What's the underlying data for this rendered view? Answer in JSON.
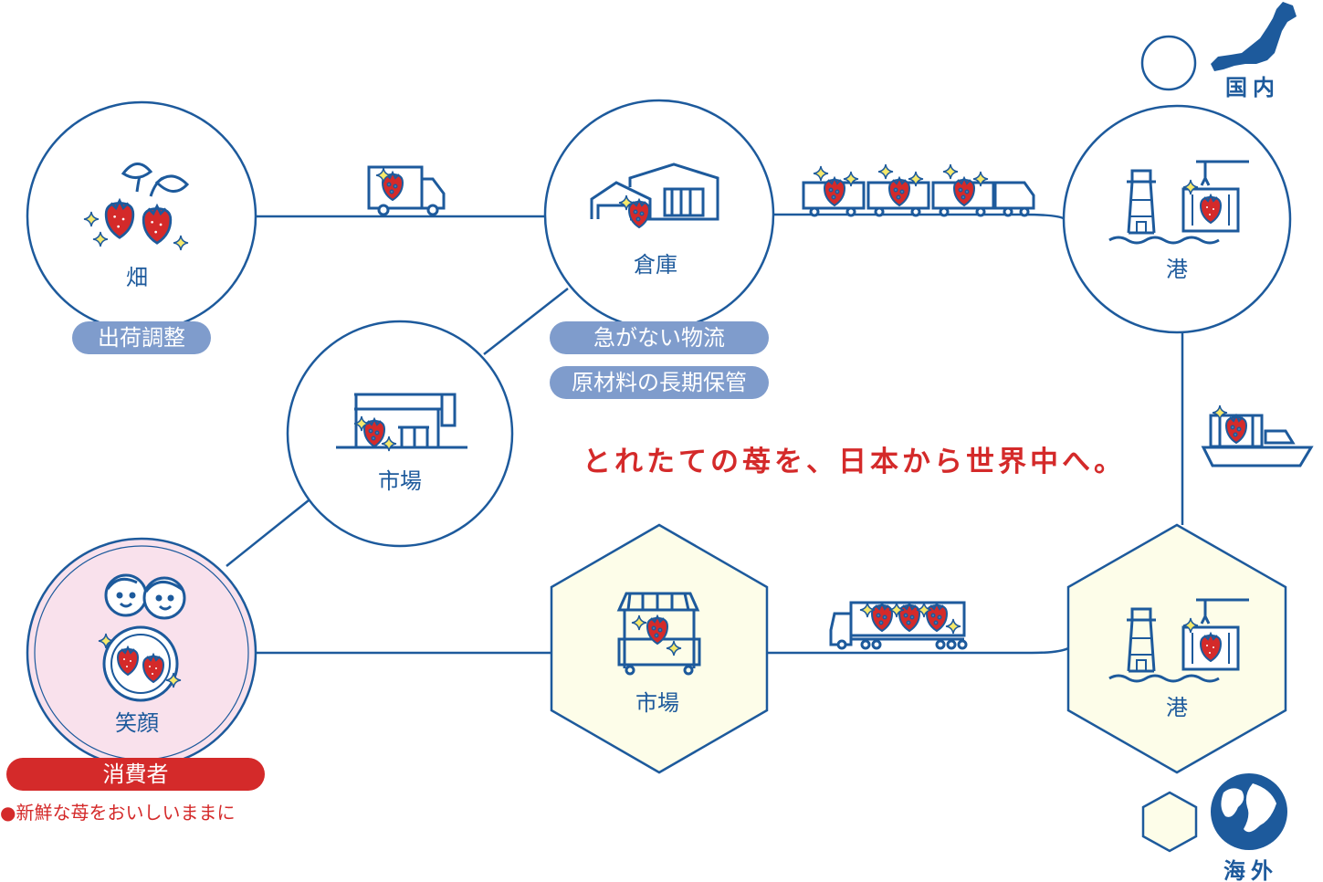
{
  "nodes": {
    "field": {
      "label": "畑",
      "tag": "出荷調整"
    },
    "warehouse": {
      "label": "倉庫",
      "tags": [
        "急がない物流",
        "原材料の長期保管"
      ]
    },
    "market_domestic": {
      "label": "市場"
    },
    "port_domestic": {
      "label": "港"
    },
    "consumer": {
      "label": "笑顔",
      "tag": "消費者",
      "note": "●新鮮な苺をおいしいままに"
    },
    "market_overseas": {
      "label": "市場"
    },
    "port_overseas": {
      "label": "港"
    }
  },
  "headline": "とれたての苺を、日本から世界中へ。",
  "legend": {
    "domestic": {
      "label": "国内",
      "icon": "japan-map-icon"
    },
    "overseas": {
      "label": "海外",
      "icon": "globe-icon"
    }
  },
  "colors": {
    "primary": "#1d5a9c",
    "accent": "#d42a2a",
    "tag_blue": "#7f9ccc",
    "consumer_fill": "#f9e1ec",
    "overseas_fill": "#fdfde9"
  }
}
